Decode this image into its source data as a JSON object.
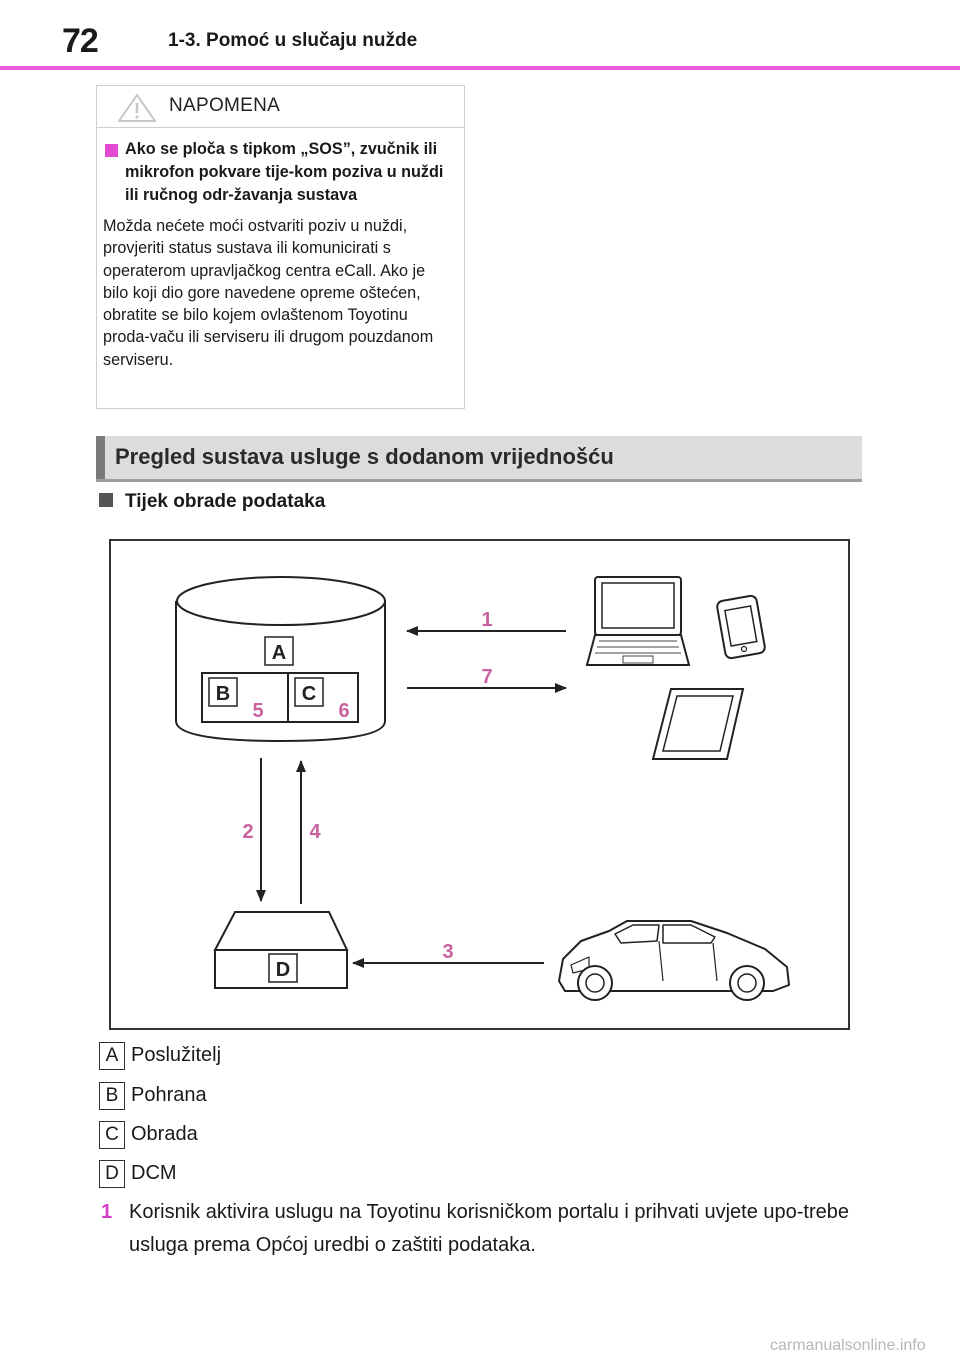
{
  "header": {
    "page_number": "72",
    "section": "1-3. Pomoć u slučaju nužde"
  },
  "note": {
    "label": "NAPOMENA",
    "subheading": "Ako se ploča s tipkom „SOS”, zvučnik ili mikrofon pokvare tije-kom poziva u nuždi ili ručnog odr-žavanja sustava",
    "body": "Možda nećete moći ostvariti poziv u nuždi, provjeriti status sustava ili komunicirati s operaterom upravljačkog centra eCall. Ako je bilo koji dio gore navedene opreme oštećen, obratite se bilo kojem ovlaštenom Toyotinu proda-vaču ili serviseru ili drugom pouzdanom serviseru."
  },
  "section_band": {
    "title": "Pregled sustava usluge s dodanom vrijednošću"
  },
  "subheading": {
    "title": "Tijek obrade podataka"
  },
  "diagram": {
    "boxes": {
      "a": "A",
      "b": "B",
      "c": "C",
      "d": "D"
    },
    "flow_numbers": {
      "n1": "1",
      "n2": "2",
      "n3": "3",
      "n4": "4",
      "n5": "5",
      "n6": "6",
      "n7": "7"
    },
    "accent_color": "#c9629e",
    "devices": [
      "laptop-icon",
      "smartphone-icon",
      "tablet-icon",
      "car-icon"
    ]
  },
  "legend": [
    {
      "key": "A",
      "text": "Poslužitelj"
    },
    {
      "key": "B",
      "text": "Pohrana"
    },
    {
      "key": "C",
      "text": "Obrada"
    },
    {
      "key": "D",
      "text": "DCM"
    }
  ],
  "steps": [
    {
      "num": "1",
      "text": "Korisnik aktivira uslugu na Toyotinu korisničkom portalu i prihvati uvjete upo-trebe usluga prema Općoj uredbi o zaštiti podataka."
    }
  ],
  "watermark": "carmanualsonline.info"
}
